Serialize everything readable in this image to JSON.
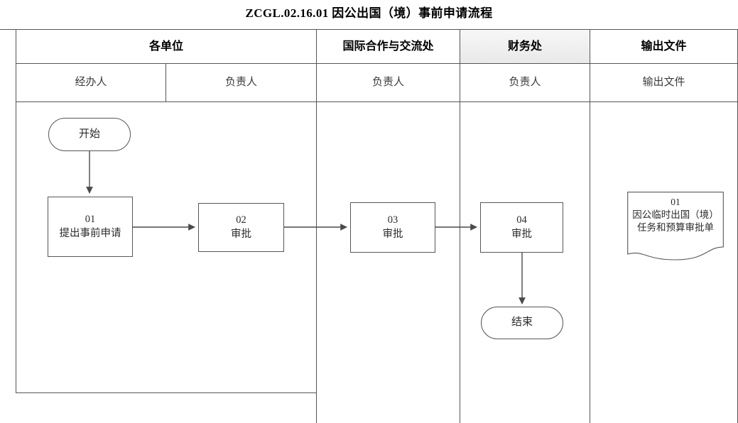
{
  "title": "ZCGL.02.16.01  因公出国（境）事前申请流程",
  "table": {
    "lanes": [
      {
        "name": "各单位",
        "roles": [
          "经办人",
          "负责人"
        ]
      },
      {
        "name": "国际合作与交流处",
        "roles": [
          "负责人"
        ]
      },
      {
        "name": "财务处",
        "roles": [
          "负责人"
        ],
        "highlight": true
      },
      {
        "name": "输出文件",
        "roles": [
          "输出文件"
        ]
      }
    ],
    "highlight_color": "#efefef",
    "border_color": "#555555"
  },
  "flow": {
    "start": {
      "label": "开始"
    },
    "end": {
      "label": "结束"
    },
    "steps": [
      {
        "num": "01",
        "label": "提出事前申请",
        "lane": "各单位",
        "role": "经办人"
      },
      {
        "num": "02",
        "label": "审批",
        "lane": "各单位",
        "role": "负责人"
      },
      {
        "num": "03",
        "label": "审批",
        "lane": "国际合作与交流处",
        "role": "负责人"
      },
      {
        "num": "04",
        "label": "审批",
        "lane": "财务处",
        "role": "负责人"
      }
    ],
    "documents": [
      {
        "num": "01",
        "label": "因公临时出国（境）任务和预算审批单",
        "lane": "输出文件"
      }
    ]
  }
}
